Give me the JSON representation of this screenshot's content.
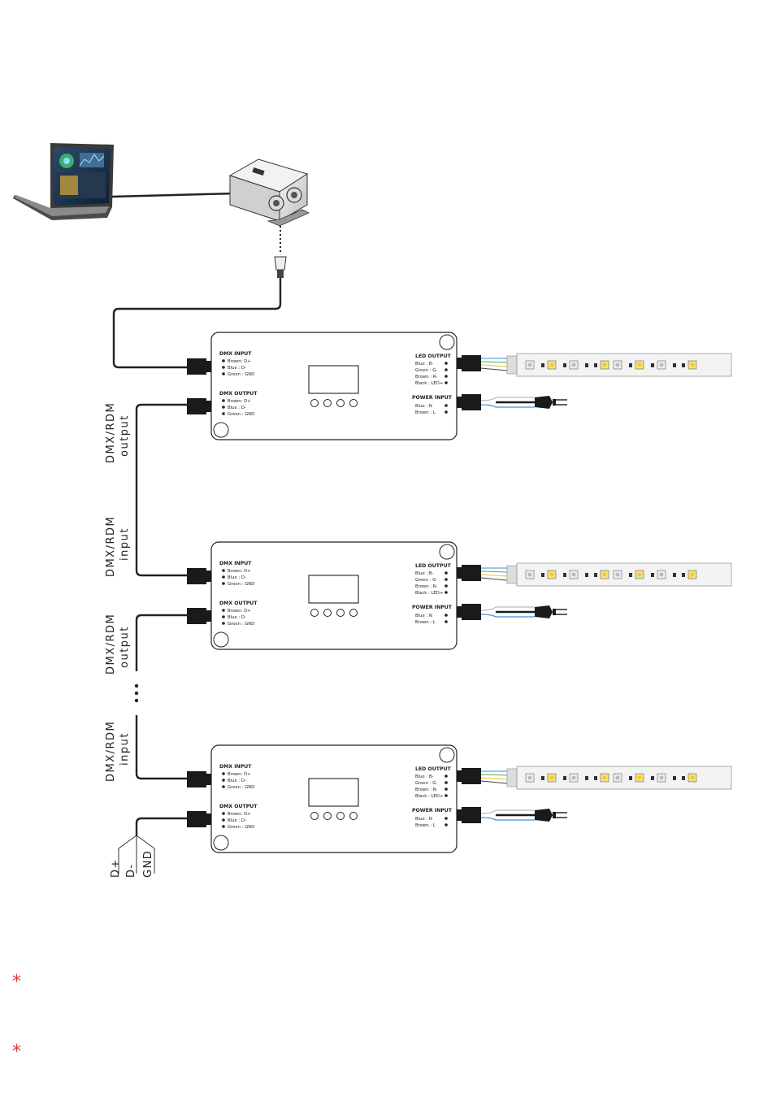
{
  "controller": {
    "dmx_input": {
      "title": "DMX INPUT",
      "rows": [
        "Brown: D+",
        "Blue : D-",
        "Green : GND"
      ]
    },
    "dmx_output": {
      "title": "DMX OUTPUT",
      "rows": [
        "Brown: D+",
        "Blue : D-",
        "Green : GND"
      ]
    },
    "led_output": {
      "title": "LED OUTPUT",
      "rows": [
        "Blue : B-",
        "Green : G-",
        "Brown : R-",
        "Black : LED+"
      ]
    },
    "power_input": {
      "title": "POWER INPUT",
      "rows": [
        "Blue : N",
        "Brown : L"
      ]
    }
  },
  "side_labels": [
    {
      "line1": "DMX/RDM",
      "line2": "output"
    },
    {
      "line1": "DMX/RDM",
      "line2": "input"
    },
    {
      "line1": "DMX/RDM",
      "line2": "output"
    },
    {
      "line1": "DMX/RDM",
      "line2": "input"
    }
  ],
  "terminal_labels": [
    "D+",
    "D-",
    "GND"
  ],
  "notes": [
    {
      "marker": "*"
    },
    {
      "marker": "*"
    }
  ],
  "colors": {
    "wire": "#222222",
    "blue_wire": "#3a8fd9",
    "green_wire": "#4caf50",
    "yellow_wire": "#e6c229",
    "brown_wire": "#8b5a2b",
    "note_marker": "#d23a3a"
  },
  "icons": [
    "laptop-icon",
    "dmx-interface-icon",
    "xlr-plug-icon",
    "led-strip-icon",
    "power-plug-icon"
  ]
}
